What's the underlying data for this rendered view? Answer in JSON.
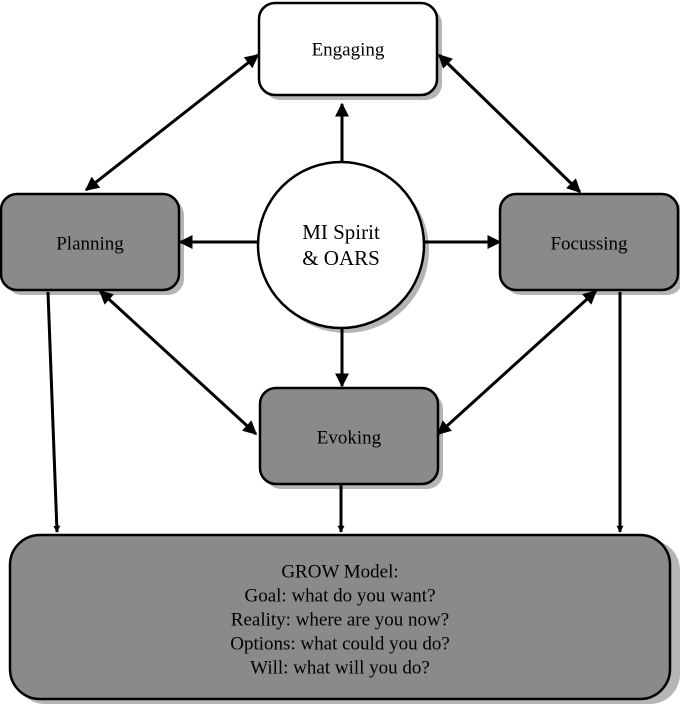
{
  "diagram": {
    "center": {
      "line1": "MI Spirit",
      "line2": "& OARS"
    },
    "engaging": {
      "label": "Engaging"
    },
    "planning": {
      "label": "Planning"
    },
    "focussing": {
      "label": "Focussing"
    },
    "evoking": {
      "label": "Evoking"
    },
    "grow": {
      "title": "GROW Model:",
      "goal": "Goal: what do you want?",
      "reality": "Reality: where are you now?",
      "options": "Options: what could you do?",
      "will": "Will: what will you do?"
    }
  },
  "colors": {
    "box_fill_dark": "#8a8a8a",
    "box_fill_light": "#ffffff",
    "stroke": "#000000",
    "shadow": "#b5b5b5"
  }
}
